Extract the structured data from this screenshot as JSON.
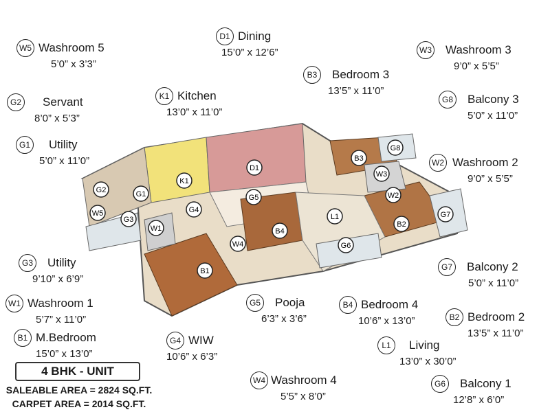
{
  "rooms": [
    {
      "code": "W5",
      "name": "Washroom 5",
      "dims": "5’0” x 3’3”"
    },
    {
      "code": "D1",
      "name": "Dining",
      "dims": "15’0” x 12’6”"
    },
    {
      "code": "W3",
      "name": "Washroom 3",
      "dims": "9’0” x 5’5”"
    },
    {
      "code": "B3",
      "name": "Bedroom 3",
      "dims": "13’5” x 11’0”"
    },
    {
      "code": "G2",
      "name": "Servant",
      "dims": "8’0” x 5’3”"
    },
    {
      "code": "K1",
      "name": "Kitchen",
      "dims": "13’0” x 11’0”"
    },
    {
      "code": "G8",
      "name": "Balcony 3",
      "dims": "5’0” x 11’0”"
    },
    {
      "code": "G1",
      "name": "Utility",
      "dims": "5’0” x 11’0”"
    },
    {
      "code": "W2",
      "name": "Washroom 2",
      "dims": "9’0” x 5’5”"
    },
    {
      "code": "G3",
      "name": "Utility",
      "dims": "9’10” x 6’9”"
    },
    {
      "code": "G7",
      "name": "Balcony 2",
      "dims": "5’0” x 11’0”"
    },
    {
      "code": "W1",
      "name": "Washroom 1",
      "dims": "5’7” x 11’0”"
    },
    {
      "code": "G5",
      "name": "Pooja",
      "dims": "6’3” x 3’6”"
    },
    {
      "code": "B4",
      "name": "Bedroom 4",
      "dims": "10’6” x 13’0”"
    },
    {
      "code": "B2",
      "name": "Bedroom 2",
      "dims": "13’5” x 11’0”"
    },
    {
      "code": "B1",
      "name": "M.Bedroom",
      "dims": "15’0” x 13’0”"
    },
    {
      "code": "G4",
      "name": "WIW",
      "dims": "10’6” x 6’3”"
    },
    {
      "code": "L1",
      "name": "Living",
      "dims": "13’0” x 30’0”"
    },
    {
      "code": "W4",
      "name": "Washroom 4",
      "dims": "5’5” x 8’0”"
    },
    {
      "code": "G6",
      "name": "Balcony 1",
      "dims": "12’8” x 6’0”"
    }
  ],
  "plan_markers": [
    "K1",
    "D1",
    "G1",
    "G2",
    "W5",
    "G3",
    "G4",
    "W1",
    "G5",
    "B4",
    "W4",
    "B1",
    "L1",
    "G6",
    "B3",
    "G8",
    "W3",
    "W2",
    "B2",
    "G7"
  ],
  "unit": {
    "title": "4 BHK - UNIT",
    "saleable": "SALEABLE AREA = 2824 SQ.FT.",
    "carpet": "CARPET AREA = 2014 SQ.FT."
  }
}
